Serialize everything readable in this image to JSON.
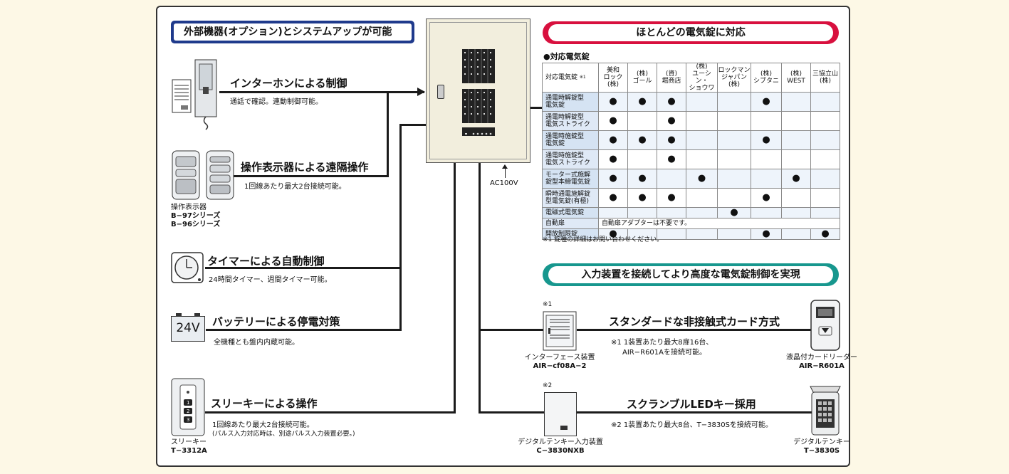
{
  "left_title": "外部機器(オプション)とシステムアップが可能",
  "right_title": "ほとんどの電気錠に対応",
  "input_title": "入力装置を接続してより高度な電気錠制御を実現",
  "features": [
    {
      "head": "インターホンによる制御",
      "sub": "通話で確認。連動制御可能。"
    },
    {
      "head": "操作表示器による遠隔操作",
      "sub": "1回線あたり最大2台接続可能。"
    },
    {
      "head": "タイマーによる自動制御",
      "sub": "24時間タイマー、週間タイマー可能。"
    },
    {
      "head": "バッテリーによる停電対策",
      "sub": "全機種とも盤内内蔵可能。"
    },
    {
      "head": "スリーキーによる操作",
      "sub": "1回線あたり最大2台接続可能。",
      "sub2": "(パルス入力対応時は、別途パルス入力装置必要。)"
    }
  ],
  "remote_caption": [
    "操作表示器",
    "B−97シリーズ",
    "B−96シリーズ"
  ],
  "battery_label": "24V",
  "threekey_caption": [
    "スリーキー",
    "T−3312A"
  ],
  "ac_label": "AC100V",
  "table": {
    "section_label": "●対応電気錠",
    "corner": "対応電気錠",
    "corner_note": "※1",
    "columns": [
      [
        "美和",
        "ロック",
        "(株)"
      ],
      [
        "(株)",
        "ゴール"
      ],
      [
        "(資)",
        "堀商店"
      ],
      [
        "(株)",
        "ユーシン・",
        "ショウワ"
      ],
      [
        "ロックマン",
        "ジャパン",
        "(株)"
      ],
      [
        "(株)",
        "シブタニ"
      ],
      [
        "(株)",
        "WEST"
      ],
      [
        "三協立山",
        "(株)"
      ]
    ],
    "rows": [
      {
        "label": [
          "通電時解錠型",
          "電気錠"
        ],
        "cells": [
          1,
          1,
          1,
          0,
          0,
          1,
          0,
          0
        ]
      },
      {
        "label": [
          "通電時解錠型",
          "電気ストライク"
        ],
        "cells": [
          1,
          0,
          1,
          0,
          0,
          0,
          0,
          0
        ]
      },
      {
        "label": [
          "通電時施錠型",
          "電気錠"
        ],
        "cells": [
          1,
          1,
          1,
          0,
          0,
          1,
          0,
          0
        ]
      },
      {
        "label": [
          "通電時施錠型",
          "電気ストライク"
        ],
        "cells": [
          1,
          0,
          1,
          0,
          0,
          0,
          0,
          0
        ]
      },
      {
        "label": [
          "モーター式施解",
          "錠型本締電気錠"
        ],
        "cells": [
          1,
          1,
          0,
          1,
          0,
          0,
          1,
          0
        ]
      },
      {
        "label": [
          "瞬時通電施解錠",
          "型電気錠(有極)"
        ],
        "cells": [
          1,
          1,
          1,
          0,
          0,
          1,
          0,
          0
        ]
      },
      {
        "label": [
          "電磁式電気錠"
        ],
        "cells": [
          0,
          0,
          0,
          0,
          1,
          0,
          0,
          0
        ]
      },
      {
        "label": [
          "自動扉"
        ],
        "note": "自動扉アダプターは不要です。"
      },
      {
        "label": [
          "開放制限錠"
        ],
        "cells": [
          1,
          0,
          0,
          0,
          0,
          1,
          0,
          1
        ]
      }
    ],
    "footnote": "※1 錠種の詳細はお問い合わせください。",
    "dot": "●"
  },
  "card": {
    "head": "スタンダードな非接触式カード方式",
    "mark": "※1",
    "note1": "※1 1装置あたり最大8扉16台、",
    "note2": "AIR−R601Aを接続可能。",
    "iface_caption": [
      "インターフェース装置",
      "AIR−cf08A−2"
    ],
    "reader_caption": [
      "液晶付カードリーダー",
      "AIR−R601A"
    ]
  },
  "tenkey": {
    "head": "スクランブルLEDキー採用",
    "mark": "※2",
    "note": "※2 1装置あたり最大8台、T−3830Sを接続可能。",
    "input_caption": [
      "デジタルテンキー入力装置",
      "C−3830NXB"
    ],
    "key_caption": [
      "デジタルテンキー",
      "T−3830S"
    ]
  },
  "colors": {
    "blue": "#1f3a8c",
    "red": "#d8103e",
    "teal": "#17978e",
    "table_header": "#dfe9f6"
  }
}
